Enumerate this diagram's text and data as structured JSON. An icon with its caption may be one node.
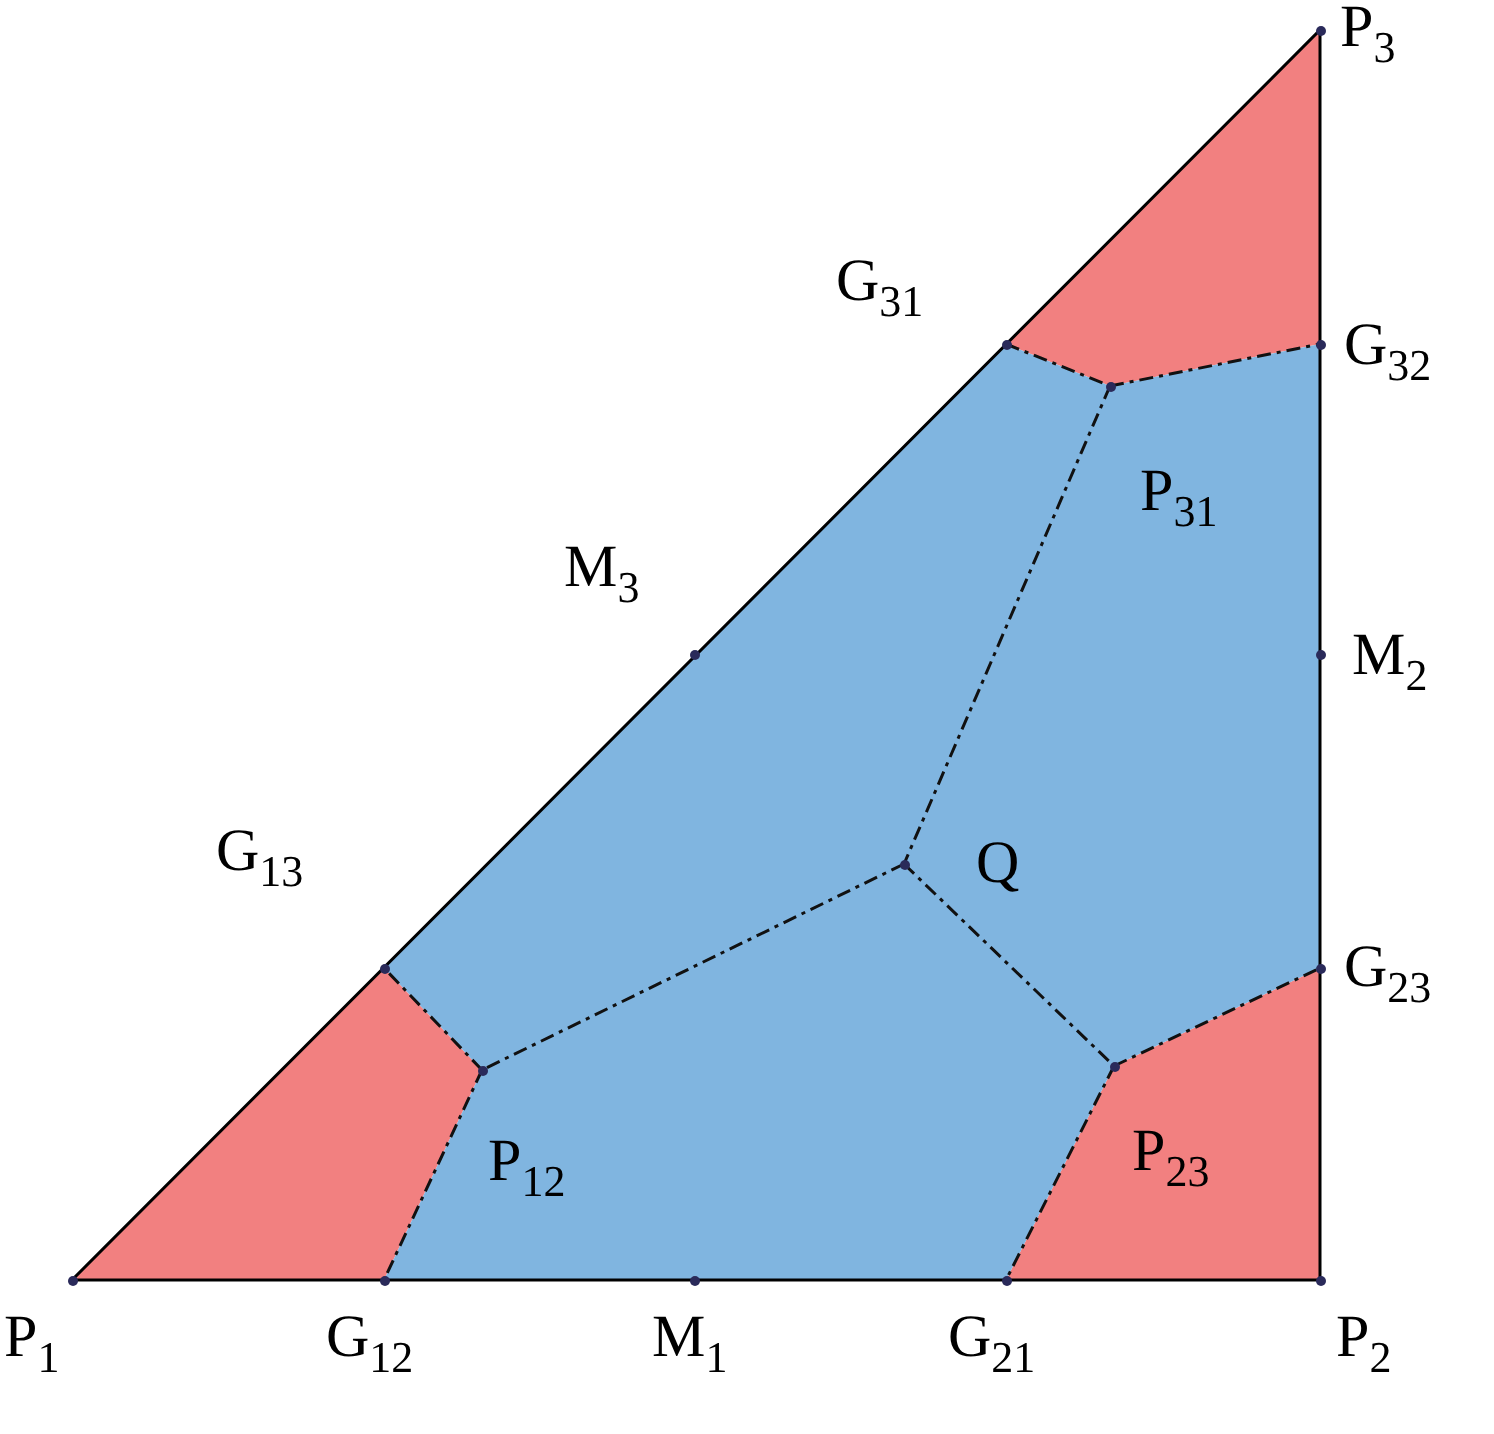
{
  "diagram": {
    "nodes": [
      {
        "text": [
          "P$_{3}$"
        ]
      },
      {
        "text": [
          "G$_{31}$"
        ]
      },
      {
        "text": [
          "G$_{32}$"
        ]
      },
      {
        "text": [
          "P$_{31}$"
        ]
      },
      {
        "text": [
          "M$_{3}$"
        ]
      },
      {
        "text": [
          "M$_{2}$"
        ]
      },
      {
        "text": [
          "Q"
        ]
      },
      {
        "text": [
          "G$_{13}$"
        ]
      },
      {
        "text": [
          "G$_{23}$"
        ]
      },
      {
        "text": [
          "P$_{12}$"
        ]
      },
      {
        "text": [
          "P$_{23}$"
        ]
      },
      {
        "text": [
          "P$_{1}$"
        ]
      },
      {
        "text": [
          "G$_{12}$"
        ]
      },
      {
        "text": [
          "M$_{1}$"
        ]
      },
      {
        "text": [
          "G$_{21}$"
        ]
      },
      {
        "text": [
          "P$_{2}$"
        ]
      }
    ],
    "edges": [
      {
        "from": 1,
        "to": 3,
        "arrow": "none"
      },
      {
        "from": 3,
        "to": 2,
        "arrow": "none"
      },
      {
        "from": 3,
        "to": 6,
        "arrow": "none"
      },
      {
        "from": 6,
        "to": 9,
        "arrow": "none"
      },
      {
        "from": 6,
        "to": 10,
        "arrow": "none"
      },
      {
        "from": 9,
        "to": 7,
        "arrow": "none"
      },
      {
        "from": 9,
        "to": 12,
        "arrow": "none"
      },
      {
        "from": 10,
        "to": 14,
        "arrow": "none"
      },
      {
        "from": 10,
        "to": 8,
        "arrow": "none"
      }
    ]
  }
}
